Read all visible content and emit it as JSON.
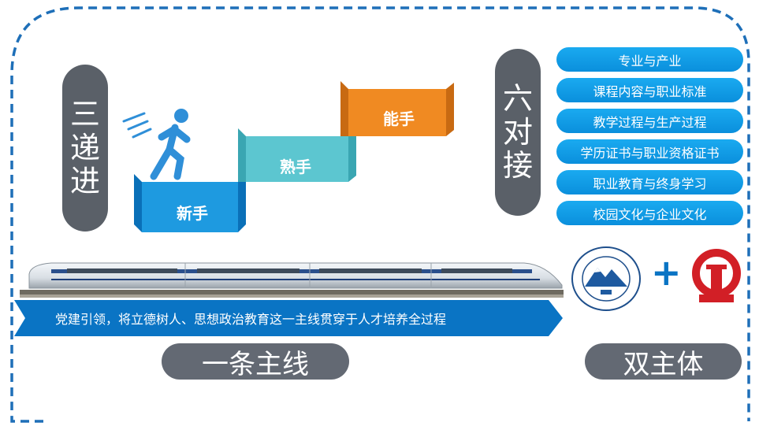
{
  "left_vertical": "三递进",
  "steps": {
    "novice": "新手",
    "skilled": "熟手",
    "expert": "能手"
  },
  "right_vertical": "六对接",
  "docking_items": [
    "专业与产业",
    "课程内容与职业标准",
    "教学过程与生产过程",
    "学历证书与职业资格证书",
    "职业教育与终身学习",
    "校园文化与企业文化"
  ],
  "banner": "党建引领，将立德树人、思想政治教育这一主线贯穿于人才培养全过程",
  "bottom_left": "一条主线",
  "bottom_right": "双主体",
  "plus": "+",
  "icons": [
    "runner-icon",
    "bullet-train",
    "school-emblem",
    "railway-logo"
  ],
  "colors": {
    "blue": "#0a8fdc",
    "teal": "#5cc6d0",
    "orange": "#f08a22",
    "gray": "#5a6068",
    "border": "#1e6fb8"
  }
}
